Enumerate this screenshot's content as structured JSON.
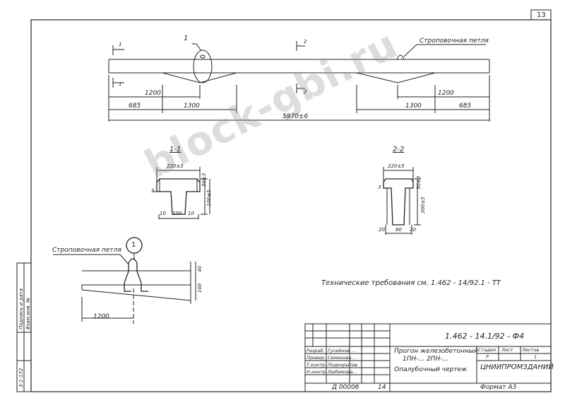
{
  "sheet": {
    "page_number": "13"
  },
  "beam": {
    "section_mark_1": "1",
    "section_mark_2": "2",
    "callout_number": "1",
    "lifting_loop_label": "Строповочная петля",
    "dims": {
      "left_1200": "1200",
      "right_1200": "1200",
      "left_685": "685",
      "left_1300": "1300",
      "right_1300": "1300",
      "right_685": "685",
      "total": "5970±6"
    }
  },
  "section_1": {
    "title": "1-1",
    "width": "220±5",
    "h_top": "50±3",
    "h_total": "100±5",
    "side": "3",
    "bottom_left": "10",
    "bottom_mid": "100",
    "bottom_right": "10"
  },
  "section_2": {
    "title": "2-2",
    "width": "220±5",
    "h_top": "50±3",
    "h_total": "300±5",
    "side": "3",
    "bottom_left": "20",
    "bottom_mid": "80",
    "bottom_right": "20"
  },
  "detail": {
    "callout_number": "1",
    "lifting_loop_label": "Строповочная петля",
    "dim_1200": "1200",
    "dim_40": "40",
    "dim_100": "100"
  },
  "notes": {
    "tech_requirements": "Технические требования   см.  1.462 - 14/92.1 - ТТ"
  },
  "side_stamp": {
    "left_text": "Подпись и дата",
    "right_text": "Взам.инв. №",
    "bottom_text": "3-1-172"
  },
  "title_block": {
    "code": "1.462 - 14.1/92 - Ф4",
    "name_line1": "Прогон   железобетонный",
    "name_line2": "1ПН-...   2ПН-...",
    "drawing_type": "Опалубочный   чертеж",
    "stage_header": "Стадия",
    "sheet_header": "Лист",
    "sheets_header": "Листов",
    "stage_value": "Р",
    "sheet_value": "",
    "sheets_value": "1",
    "organization": "ЦНИИПРОМЗДАНИЙ",
    "roles": [
      "Разраб.",
      "Провер.",
      "Т.контр.",
      "Н.контр."
    ],
    "names": [
      "Гусейнов",
      "Семенова",
      "Подкорытов",
      "Любимова"
    ],
    "signs": [
      "…",
      "…",
      "…",
      "…"
    ],
    "bottom_number": "Д 00006",
    "bottom_sheet": "14",
    "format": "Формат  А3"
  }
}
